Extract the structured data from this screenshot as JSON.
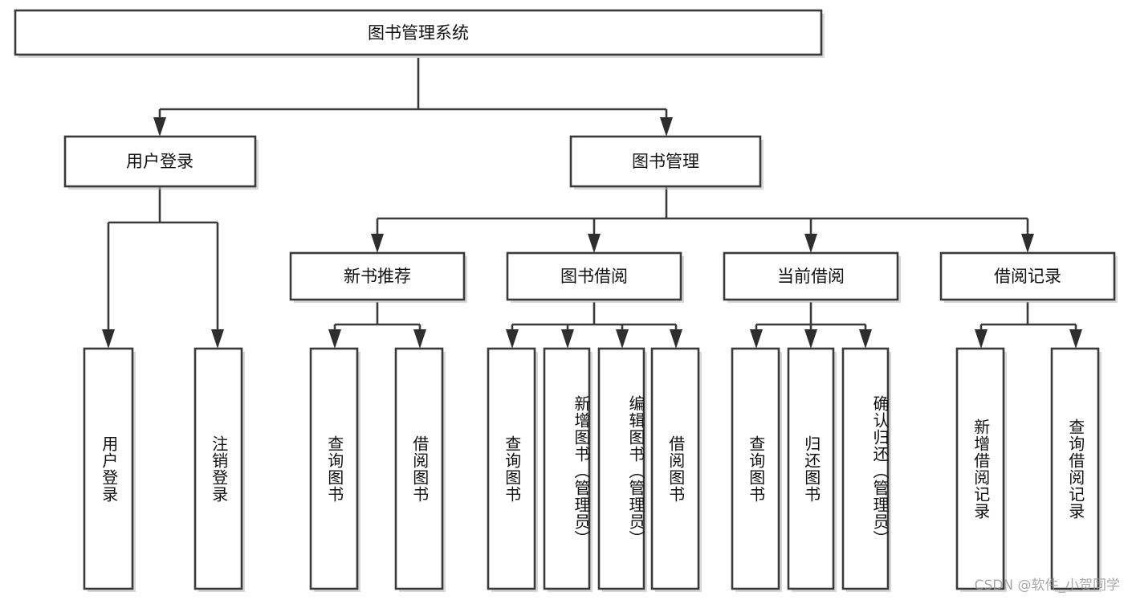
{
  "diagram": {
    "type": "tree",
    "title": "图书管理系统",
    "root": {
      "label": "图书管理系统"
    },
    "level2": [
      {
        "label": "用户登录"
      },
      {
        "label": "图书管理"
      }
    ],
    "level3": [
      {
        "label": "新书推荐"
      },
      {
        "label": "图书借阅"
      },
      {
        "label": "当前借阅"
      },
      {
        "label": "借阅记录"
      }
    ],
    "leaves": {
      "user_login": [
        {
          "label": "用户登录"
        },
        {
          "label": "注销登录"
        }
      ],
      "new_book_recommend": [
        {
          "label": "查询图书"
        },
        {
          "label": "借阅图书"
        }
      ],
      "book_borrow": [
        {
          "label": "查询图书"
        },
        {
          "label": "新增图书（管理员）"
        },
        {
          "label": "编辑图书（管理员）"
        },
        {
          "label": "借阅图书"
        }
      ],
      "current_borrow": [
        {
          "label": "查询图书"
        },
        {
          "label": "归还图书"
        },
        {
          "label": "确认归还（管理员）"
        }
      ],
      "borrow_record": [
        {
          "label": "新增借阅记录"
        },
        {
          "label": "查询借阅记录"
        }
      ]
    }
  },
  "watermark": {
    "text": "CSDN @软件_小贺同学"
  },
  "colors": {
    "box_stroke": "#3a3a3a",
    "text": "#111111",
    "background": "#ffffff",
    "watermark": "#9a9a9a"
  }
}
